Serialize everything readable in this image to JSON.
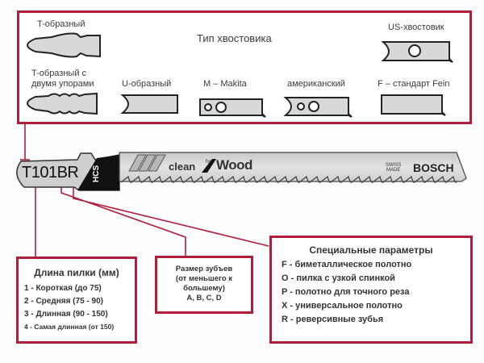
{
  "shank_panel": {
    "title": "Тип хвостовика",
    "types": [
      {
        "id": "t",
        "label": "T-образный"
      },
      {
        "id": "t2",
        "label": "T-образный с двумя упорами",
        "line1": "T-образный с",
        "line2": "двумя упорами"
      },
      {
        "id": "u",
        "label": "U-образный"
      },
      {
        "id": "m",
        "label": "M – Makita"
      },
      {
        "id": "am",
        "label": "американский"
      },
      {
        "id": "f",
        "label": "F – стандарт Fein"
      },
      {
        "id": "us",
        "label": "US-хвостовик"
      }
    ]
  },
  "blade": {
    "code": "T101BR",
    "code_parts": [
      "T",
      "101",
      "B",
      "R"
    ],
    "material": "HCS",
    "series_a": "clean",
    "series_for": "for",
    "series_b": "Wood",
    "made_line1": "SWISS",
    "made_line2": "MADE",
    "brand": "BOSCH"
  },
  "length_box": {
    "title": "Длина пилки (мм)",
    "items": [
      "1 - Короткая (до 75)",
      "2 - Средняя (75 - 90)",
      "3 - Длинная (90 - 150)",
      "4 - Самая длинная (от 150)"
    ]
  },
  "teeth_box": {
    "line1": "Размер зубъев",
    "line2": "(от меньшего к",
    "line3": "большему)",
    "line4": "A, B, C, D"
  },
  "special_box": {
    "title": "Специальные параметры",
    "items": [
      "F - биметаллическое полотно",
      "O - пилка с узкой спинкой",
      "P - полотно для точного реза",
      "X - универсальное полотно",
      "R - реверсивные зубья"
    ]
  },
  "colors": {
    "accent": "#b01e3c",
    "blade_fill": "#d0d0d0",
    "shank_fill": "#d8d8d8"
  }
}
